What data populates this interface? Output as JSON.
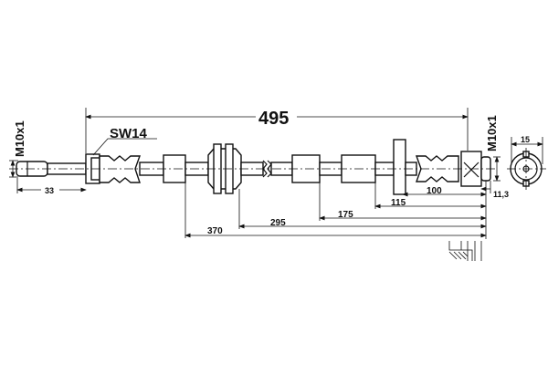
{
  "title": "Brake hose technical drawing",
  "labels": {
    "total_length": "495",
    "wrench_size": "SW14",
    "thread_left": "M10x1",
    "thread_right": "M10x1",
    "left_thread_length": "33",
    "dim_100": "100",
    "dim_115": "115",
    "dim_175": "175",
    "dim_295": "295",
    "dim_370": "370",
    "end_offset": "11,3",
    "end_width": "15"
  }
}
